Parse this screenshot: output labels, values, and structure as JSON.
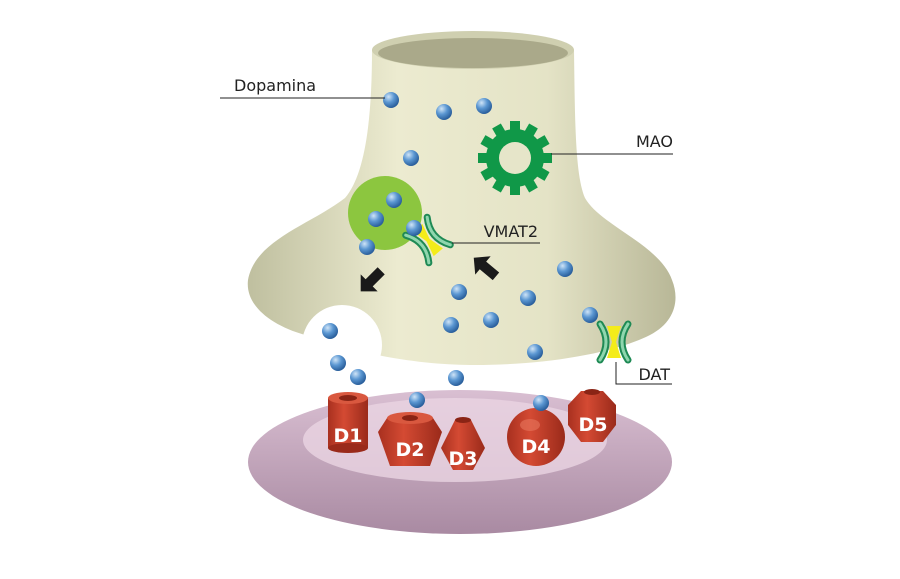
{
  "labels": {
    "dopamine": "Dopamina",
    "mao": "MAO",
    "vmat2": "VMAT2",
    "dat": "DAT"
  },
  "receptors": [
    "D1",
    "D2",
    "D3",
    "D4",
    "D5"
  ],
  "icons": {
    "mao": "gear-icon",
    "vesicle": "circle-vesicle",
    "transporter": "channel-icon",
    "arrows": "arrow-icon"
  },
  "colors": {
    "presynaptic": "#e3e2c4",
    "postsynaptic": "#c9a9c0",
    "dopamine": "#4a86c5",
    "mao": "#109848",
    "vesicle": "#8cc63f",
    "transporter_green": "#3aa872",
    "transporter_yellow": "#f4ec1a",
    "receptor": "#c0392b"
  }
}
